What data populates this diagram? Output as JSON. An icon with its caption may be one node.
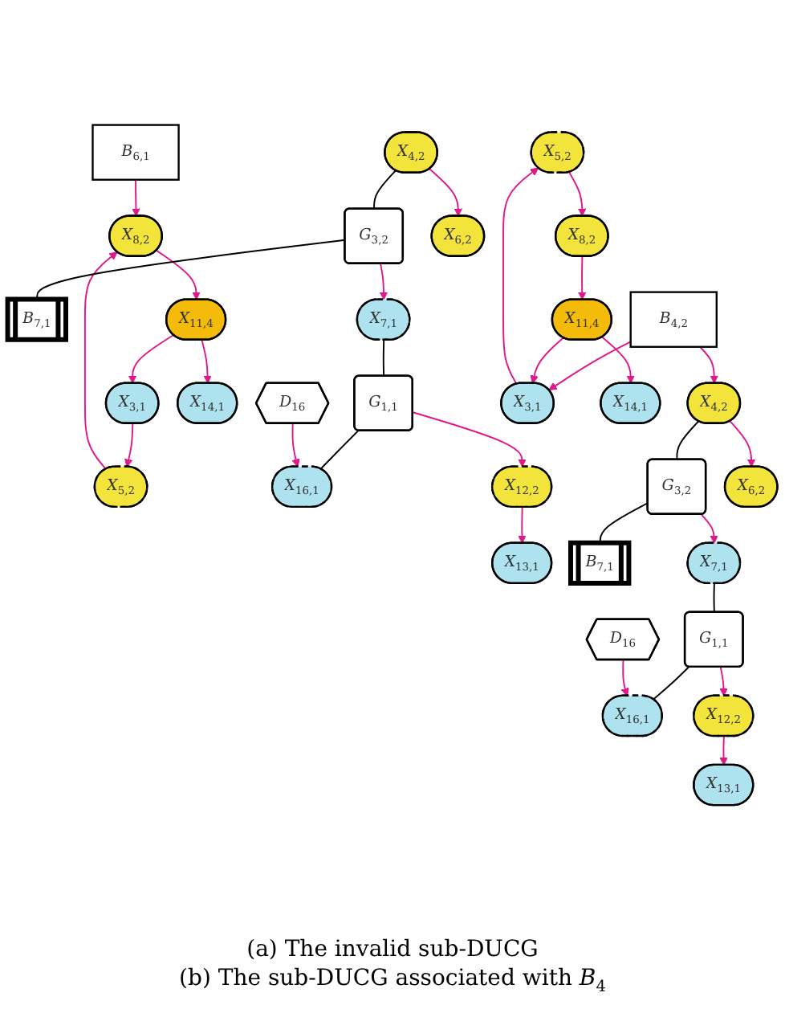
{
  "diagram": {
    "nodes": [
      {
        "text": [
          "*B*$_{6,1}$"
        ]
      },
      {
        "text": [
          "*X*$_{5,2}$"
        ]
      },
      {
        "text": [
          "*X*$_{4,2}$"
        ]
      },
      {
        "text": [
          "*G*$_{3,2}$"
        ]
      },
      {
        "text": [
          "*B*$_{7,1}$"
        ]
      },
      {
        "text": [
          "*X*$_{8,2}$"
        ]
      },
      {
        "text": [
          "*X*$_{3,1}$"
        ]
      },
      {
        "text": [
          "*X*$_{6,2}$"
        ]
      },
      {
        "text": [
          "*X*$_{7,1}$"
        ]
      },
      {
        "text": [
          "*X*$_{16,1}$"
        ]
      },
      {
        "text": [
          "*G*$_{1,1}$"
        ]
      },
      {
        "text": [
          "*X*$_{11,4}$"
        ]
      },
      {
        "text": [
          "*X*$_{14,1}$"
        ]
      },
      {
        "text": [
          "*X*$_{13,1}$"
        ]
      },
      {
        "text": [
          "*X*$_{12,2}$"
        ]
      },
      {
        "text": [
          "*D*$_{16}$"
        ]
      },
      {
        "text": [
          "*X*$_{5,2}$"
        ]
      },
      {
        "text": [
          "*B*$_{4,2}$"
        ]
      },
      {
        "text": [
          "*X*$_{4,2}$"
        ]
      },
      {
        "text": [
          "*G*$_{3,2}$"
        ]
      },
      {
        "text": [
          "*B*$_{7,1}$"
        ]
      },
      {
        "text": [
          "*X*$_{8,2}$"
        ]
      },
      {
        "text": [
          "*X*$_{3,1}$"
        ]
      },
      {
        "text": [
          "*X*$_{6,2}$"
        ]
      },
      {
        "text": [
          "*X*$_{7,1}$"
        ]
      },
      {
        "text": [
          "*X*$_{16,1}$"
        ]
      },
      {
        "text": [
          "*G*$_{1,1}$"
        ]
      },
      {
        "text": [
          "*X*$_{11,4}$"
        ]
      },
      {
        "text": [
          "*X*$_{14,1}$"
        ]
      },
      {
        "text": [
          "*X*$_{13,1}$"
        ]
      },
      {
        "text": [
          "*X*$_{12,2}$"
        ]
      },
      {
        "text": [
          "*D*$_{16}$"
        ]
      }
    ],
    "edges": [
      {
        "from": 0,
        "to": 5,
        "arrow": "to"
      },
      {
        "from": 1,
        "to": 5,
        "arrow": "to"
      },
      {
        "from": 6,
        "to": 1,
        "arrow": "to"
      },
      {
        "from": 5,
        "to": 11,
        "arrow": "to"
      },
      {
        "from": 11,
        "to": 6,
        "arrow": "to"
      },
      {
        "from": 2,
        "to": 7,
        "arrow": "to"
      },
      {
        "from": 2,
        "to": 3,
        "arrow": "none",
        "color": "#000000"
      },
      {
        "from": 3,
        "to": 4,
        "arrow": "none",
        "color": "#000000"
      },
      {
        "from": 3,
        "to": 8,
        "arrow": "to"
      },
      {
        "from": 8,
        "to": 10,
        "arrow": "none",
        "color": "#000000"
      },
      {
        "from": 10,
        "to": 9,
        "arrow": "none",
        "color": "#000000"
      },
      {
        "from": 10,
        "to": 14,
        "arrow": "to"
      },
      {
        "from": 15,
        "to": 9,
        "arrow": "to"
      },
      {
        "from": 11,
        "to": 12,
        "arrow": "to"
      },
      {
        "from": 14,
        "to": 13,
        "arrow": "to"
      },
      {
        "from": 17,
        "to": 18,
        "arrow": "to"
      },
      {
        "from": 17,
        "to": 22,
        "arrow": "to"
      },
      {
        "from": 22,
        "to": 16,
        "arrow": "to"
      },
      {
        "from": 16,
        "to": 21,
        "arrow": "to"
      },
      {
        "from": 21,
        "to": 27,
        "arrow": "to"
      },
      {
        "from": 27,
        "to": 22,
        "arrow": "to"
      },
      {
        "from": 18,
        "to": 23,
        "arrow": "to"
      },
      {
        "from": 18,
        "to": 19,
        "arrow": "none",
        "color": "#000000"
      },
      {
        "from": 19,
        "to": 20,
        "arrow": "none",
        "color": "#000000"
      },
      {
        "from": 19,
        "to": 24,
        "arrow": "to"
      },
      {
        "from": 24,
        "to": 26,
        "arrow": "none",
        "color": "#000000"
      },
      {
        "from": 26,
        "to": 25,
        "arrow": "none",
        "color": "#000000"
      },
      {
        "from": 26,
        "to": 30,
        "arrow": "to"
      },
      {
        "from": 31,
        "to": 25,
        "arrow": "to"
      },
      {
        "from": 27,
        "to": 28,
        "arrow": "to"
      },
      {
        "from": 30,
        "to": 29,
        "arrow": "to"
      }
    ],
    "labels": [
      "(a) The invalid sub-DUCG",
      "(b) The sub-DUCG associated with *B*$_{4}$"
    ]
  }
}
